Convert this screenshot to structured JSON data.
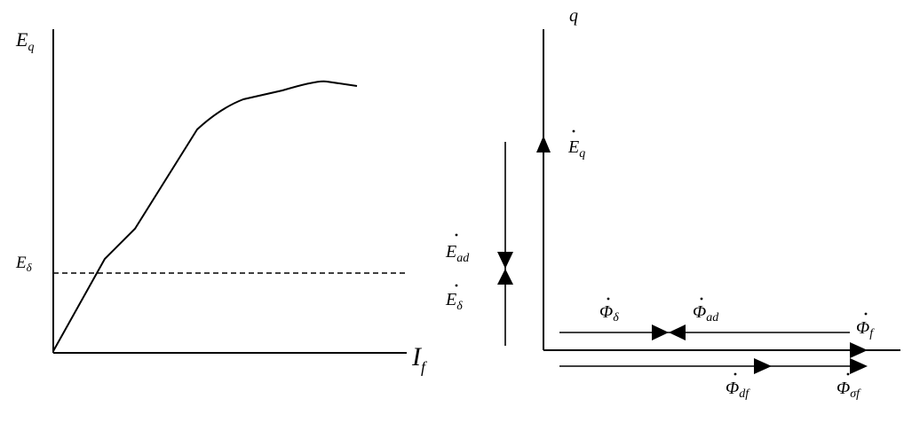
{
  "left_graph": {
    "y_axis_label": "E",
    "y_axis_sub": "q",
    "x_axis_label": "I",
    "x_axis_sub": "f",
    "ref_label": "E",
    "ref_sub": "δ"
  },
  "phasor_diagram": {
    "q_axis_label": "q",
    "eq_label": "E",
    "eq_sub": "q",
    "ead_label": "E",
    "ead_sub": "ad",
    "edelta_label": "E",
    "edelta_sub": "δ",
    "phi_delta_label": "Φ",
    "phi_delta_sub": "δ",
    "phi_ad_label": "Φ",
    "phi_ad_sub": "ad",
    "phi_f_label": "Φ",
    "phi_f_sub": "f",
    "phi_df_label": "Φ",
    "phi_df_sub": "df",
    "phi_sf_label": "Φ",
    "phi_sf_sub": "σf"
  }
}
